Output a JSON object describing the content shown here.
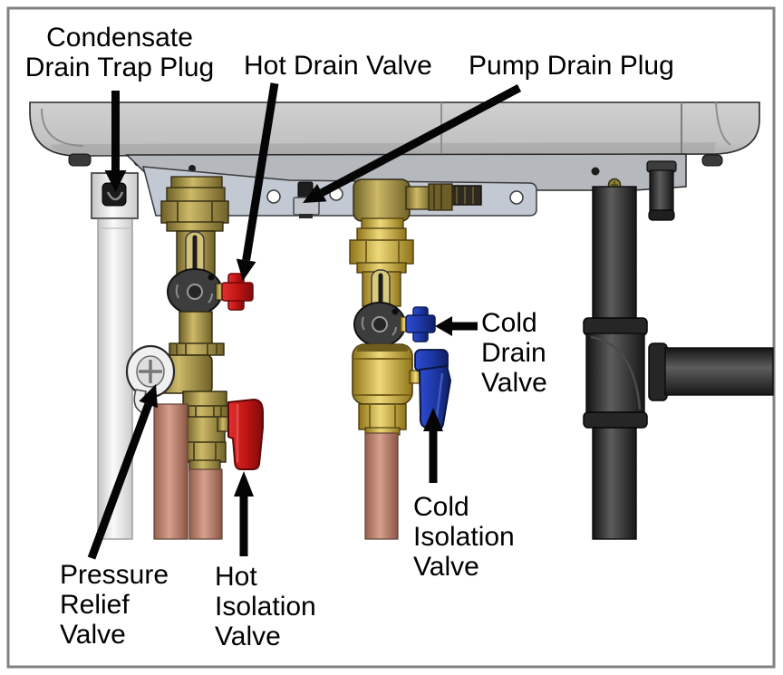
{
  "diagram": {
    "labels": {
      "condensate_drain_trap_plug": "Condensate Drain Trap Plug",
      "hot_drain_valve": "Hot Drain Valve",
      "pump_drain_plug": "Pump Drain Plug",
      "cold_drain_valve": "Cold Drain Valve",
      "cold_isolation_valve": "Cold Isolation Valve",
      "hot_isolation_valve": "Hot Isolation Valve",
      "pressure_relief_valve": "Pressure Relief Valve"
    },
    "colors": {
      "hot_accent": "#c81616",
      "cold_accent": "#1e3cae",
      "brass": "#a8924a",
      "copper": "#bd8272",
      "black_pipe": "#2d2d2d",
      "unit_gray": "#c6c6c6",
      "bracket_gray": "#c3c9d3",
      "border_gray": "#828282",
      "annotation": "#000000"
    }
  }
}
